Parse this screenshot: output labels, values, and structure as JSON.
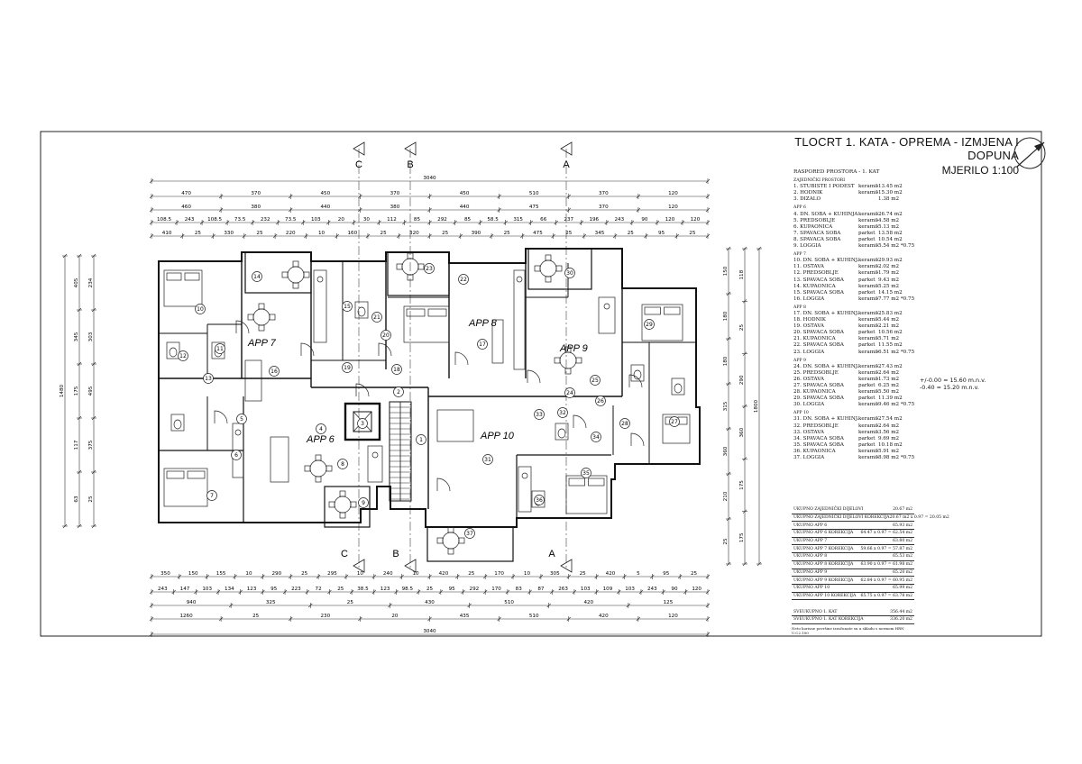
{
  "drawing": {
    "title": "TLOCRT 1. KATA - OPREMA - IZMJENA I DOPUNA",
    "scale": "MJERILO 1:100",
    "north_icon": "north-arrow-icon"
  },
  "sections": {
    "top": [
      "C",
      "B",
      "A"
    ],
    "bottom": [
      "C",
      "B",
      "A"
    ]
  },
  "apartments": [
    "APP 7",
    "APP 8",
    "APP 9",
    "APP 6",
    "APP 10"
  ],
  "dimensions": {
    "top_overall": "3040",
    "top_row1": [
      "470",
      "370",
      "450",
      "370",
      "450",
      "510",
      "370",
      "120"
    ],
    "top_row2": [
      "460",
      "380",
      "440",
      "380",
      "440",
      "475",
      "370",
      "120"
    ],
    "top_row3": [
      "108.5",
      "243",
      "108.5",
      "73.5",
      "232",
      "73.5",
      "103",
      "20",
      "30",
      "112",
      "85",
      "292",
      "85",
      "58.5",
      "315",
      "66",
      "237",
      "196",
      "243",
      "90",
      "120",
      "120"
    ],
    "top_row4": [
      "410",
      "25",
      "330",
      "25",
      "220",
      "10",
      "160",
      "25",
      "320",
      "25",
      "390",
      "25",
      "475",
      "25",
      "345",
      "25",
      "95",
      "25"
    ],
    "bottom_row1": [
      "350",
      "150",
      "155",
      "10",
      "290",
      "25",
      "295",
      "10",
      "240",
      "10",
      "420",
      "25",
      "170",
      "10",
      "305",
      "25",
      "420",
      "5",
      "95",
      "25"
    ],
    "bottom_row2": [
      "243",
      "147",
      "103",
      "134",
      "123",
      "95",
      "223",
      "72",
      "25",
      "38.5",
      "123",
      "98.5",
      "25",
      "95",
      "292",
      "170",
      "83",
      "87",
      "263",
      "103",
      "109",
      "103",
      "243",
      "90",
      "120"
    ],
    "bottom_row3": [
      "940",
      "325",
      "25",
      "430",
      "510",
      "420",
      "125"
    ],
    "bottom_row4": [
      "1260",
      "25",
      "230",
      "20",
      "435",
      "510",
      "420",
      "120"
    ],
    "bottom_overall": "3040",
    "left_overall": "1480",
    "left_parts": [
      "405",
      "345",
      "175",
      "117",
      "63",
      "234",
      "303",
      "495",
      "375",
      "25"
    ],
    "right_overall": "1800",
    "right_parts": [
      "150",
      "180",
      "180",
      "315",
      "360",
      "210",
      "25",
      "118",
      "25",
      "290",
      "360",
      "175",
      "175"
    ]
  },
  "room_numbers": [
    "1",
    "2",
    "3",
    "4",
    "5",
    "6",
    "7",
    "8",
    "9",
    "10",
    "11",
    "12",
    "13",
    "14",
    "15",
    "16",
    "17",
    "18",
    "19",
    "20",
    "21",
    "22",
    "23",
    "24",
    "25",
    "26",
    "27",
    "28",
    "29",
    "30",
    "31",
    "32",
    "33",
    "34",
    "35",
    "36",
    "37"
  ],
  "room_table": {
    "header": "RASPORED PROSTORA - 1. KAT",
    "groups": [
      {
        "title": "ZAJEDNIČKI PROSTORI",
        "rows": [
          {
            "name": "1. STUBIŠTE I PODEST",
            "floor": "keramika",
            "area": "13.45 m2"
          },
          {
            "name": "2. HODNIK",
            "floor": "keramika",
            "area": "15.30 m2"
          },
          {
            "name": "3. DIZALO",
            "floor": "",
            "area": "1.38 m2"
          }
        ]
      },
      {
        "title": "APP 6",
        "rows": [
          {
            "name": "4. DN. SOBA + KUHINJA",
            "floor": "keramika",
            "area": "26.74 m2"
          },
          {
            "name": "5. PREDSOBLJE",
            "floor": "keramika",
            "area": "4.58 m2"
          },
          {
            "name": "6. KUPAONICA",
            "floor": "keramika",
            "area": "5.13 m2"
          },
          {
            "name": "7. SPAVAĆA SOBA",
            "floor": "parket",
            "area": "13.58 m2"
          },
          {
            "name": "8. SPAVAĆA SOBA",
            "floor": "parket",
            "area": "10.54 m2"
          },
          {
            "name": "9. LOGGIA",
            "floor": "keramika",
            "area": "5.54 m2 *0.75"
          }
        ]
      },
      {
        "title": "APP 7",
        "rows": [
          {
            "name": "10. DN. SOBA + KUHINJA",
            "floor": "keramika",
            "area": "29.93 m2"
          },
          {
            "name": "11. OSTAVA",
            "floor": "keramika",
            "area": "2.02 m2"
          },
          {
            "name": "12. PREDSOBLJE",
            "floor": "keramika",
            "area": "1.79 m2"
          },
          {
            "name": "13. SPAVAĆA SOBA",
            "floor": "parket",
            "area": "9.43 m2"
          },
          {
            "name": "14. KUPAONICA",
            "floor": "keramika",
            "area": "5.25 m2"
          },
          {
            "name": "15. SPAVAĆA SOBA",
            "floor": "parket",
            "area": "14.15 m2"
          },
          {
            "name": "16. LOGGIA",
            "floor": "keramika",
            "area": "7.77 m2 *0.75"
          }
        ]
      },
      {
        "title": "APP 8",
        "rows": [
          {
            "name": "17. DN. SOBA + KUHINJA",
            "floor": "keramika",
            "area": "25.83 m2"
          },
          {
            "name": "18. HODNIK",
            "floor": "keramika",
            "area": "5.44 m2"
          },
          {
            "name": "19. OSTAVA",
            "floor": "keramika",
            "area": "2.21 m2"
          },
          {
            "name": "20. SPAVAĆA SOBA",
            "floor": "parket",
            "area": "10.56 m2"
          },
          {
            "name": "21. KUPAONICA",
            "floor": "keramika",
            "area": "5.71 m2"
          },
          {
            "name": "22. SPAVAĆA SOBA",
            "floor": "parket",
            "area": "11.55 m2"
          },
          {
            "name": "23. LOGGIA",
            "floor": "keramika",
            "area": "6.51 m2 *0.75"
          }
        ]
      },
      {
        "title": "APP 9",
        "rows": [
          {
            "name": "24. DN. SOBA + KUHINJA",
            "floor": "keramika",
            "area": "27.43 m2"
          },
          {
            "name": "25. PREDSOBLJE",
            "floor": "keramika",
            "area": "2.64 m2"
          },
          {
            "name": "26. OSTAVA",
            "floor": "keramika",
            "area": "1.73 m2"
          },
          {
            "name": "27. SPAVAĆA SOBA",
            "floor": "parket",
            "area": "6.25 m2"
          },
          {
            "name": "28. KUPAONICA",
            "floor": "keramika",
            "area": "5.50 m2"
          },
          {
            "name": "29. SPAVAĆA SOBA",
            "floor": "parket",
            "area": "11.39 m2"
          },
          {
            "name": "30. LOGGIA",
            "floor": "keramika",
            "area": "9.46 m2 *0.75"
          }
        ]
      },
      {
        "title": "APP 10",
        "rows": [
          {
            "name": "31. DN. SOBA + KUHINJA",
            "floor": "keramika",
            "area": "27.54 m2"
          },
          {
            "name": "32. PREDSOBLJE",
            "floor": "keramika",
            "area": "2.64 m2"
          },
          {
            "name": "33. OSTAVA",
            "floor": "keramika",
            "area": "3.56 m2"
          },
          {
            "name": "34. SPAVAĆA SOBA",
            "floor": "parket",
            "area": "9.69 m2"
          },
          {
            "name": "35. SPAVAĆA SOBA",
            "floor": "parket",
            "area": "10.18 m2"
          },
          {
            "name": "36. KUPAONICA",
            "floor": "keramika",
            "area": "5.91 m2"
          },
          {
            "name": "37. LOGGIA",
            "floor": "keramika",
            "area": "8.98 m2 *0.75"
          }
        ]
      }
    ]
  },
  "totals": {
    "rows": [
      {
        "label": "UKUPNO ZAJEDNIČKI DIJELOVI",
        "value": "20.67 m2"
      },
      {
        "label": "UKUPNO ZAJEDNIČKI DIJELOVI KOREKCIJA",
        "value": "20.67 m2 x 0.97 = 20.05 m2"
      },
      {
        "label": "UKUPNO APP 6",
        "value": "65.93 m2"
      },
      {
        "label": "UKUPNO APP 6 KOREKCIJA",
        "value": "64.47 x 0.97 = 62.54 m2"
      },
      {
        "label": "UKUPNO APP 7",
        "value": "63.80 m2"
      },
      {
        "label": "UKUPNO APP 7 KOREKCIJA",
        "value": "59.66 x 0.97 = 57.87 m2"
      },
      {
        "label": "UKUPNO APP 8",
        "value": "65.53 m2"
      },
      {
        "label": "UKUPNO APP 8 KOREKCIJA",
        "value": "63.90 x 0.97 = 61.98 m2"
      },
      {
        "label": "UKUPNO APP 9",
        "value": "65.20 m2"
      },
      {
        "label": "UKUPNO APP 9 KOREKCIJA",
        "value": "62.84 x 0.97 = 60.95 m2"
      },
      {
        "label": "UKUPNO APP 10",
        "value": "65.99 m2"
      },
      {
        "label": "UKUPNO APP 10 KOREKCIJA",
        "value": "65.75 x 0.97 = 63.78 m2"
      }
    ],
    "grand": [
      {
        "label": "SVEUKUPNO 1. KAT",
        "value": "356.44 m2"
      },
      {
        "label": "SVEUKUPNO 1. KAT KOREKCIJA",
        "value": "336.20 m2"
      }
    ],
    "note": "Neto korisne površine izračunate su u skladu s normom HRN U.C2.100"
  },
  "elevations": [
    "+/-0.00 = 15.60 m.n.v.",
    "-0.40 = 15.20 m.n.v."
  ],
  "colors": {
    "line": "#1a1a1a",
    "paper": "#ffffff"
  }
}
